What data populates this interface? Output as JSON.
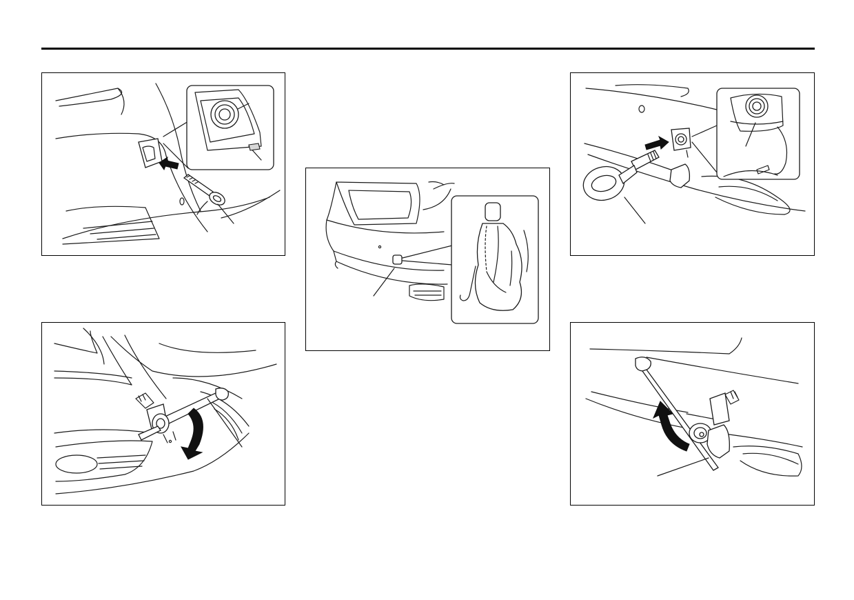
{
  "page": {
    "header_rule_color": "#000000",
    "panel_border_color": "#000000",
    "line_color": "#1a1a1a"
  },
  "figures": [
    {
      "id": "top-left",
      "icons": [
        "towing-eyelet-icon",
        "push-arrow-icon",
        "cover-detail-inset"
      ]
    },
    {
      "id": "center",
      "icons": [
        "rear-bumper-icon",
        "tool-bag-inset"
      ]
    },
    {
      "id": "top-right",
      "icons": [
        "towing-eyelet-icon",
        "push-arrow-icon",
        "socket-detail-inset"
      ]
    },
    {
      "id": "bottom-left",
      "icons": [
        "wheel-wrench-icon",
        "turn-arrow-icon"
      ]
    },
    {
      "id": "bottom-right",
      "icons": [
        "wheel-wrench-icon",
        "turn-arrow-icon"
      ]
    }
  ]
}
